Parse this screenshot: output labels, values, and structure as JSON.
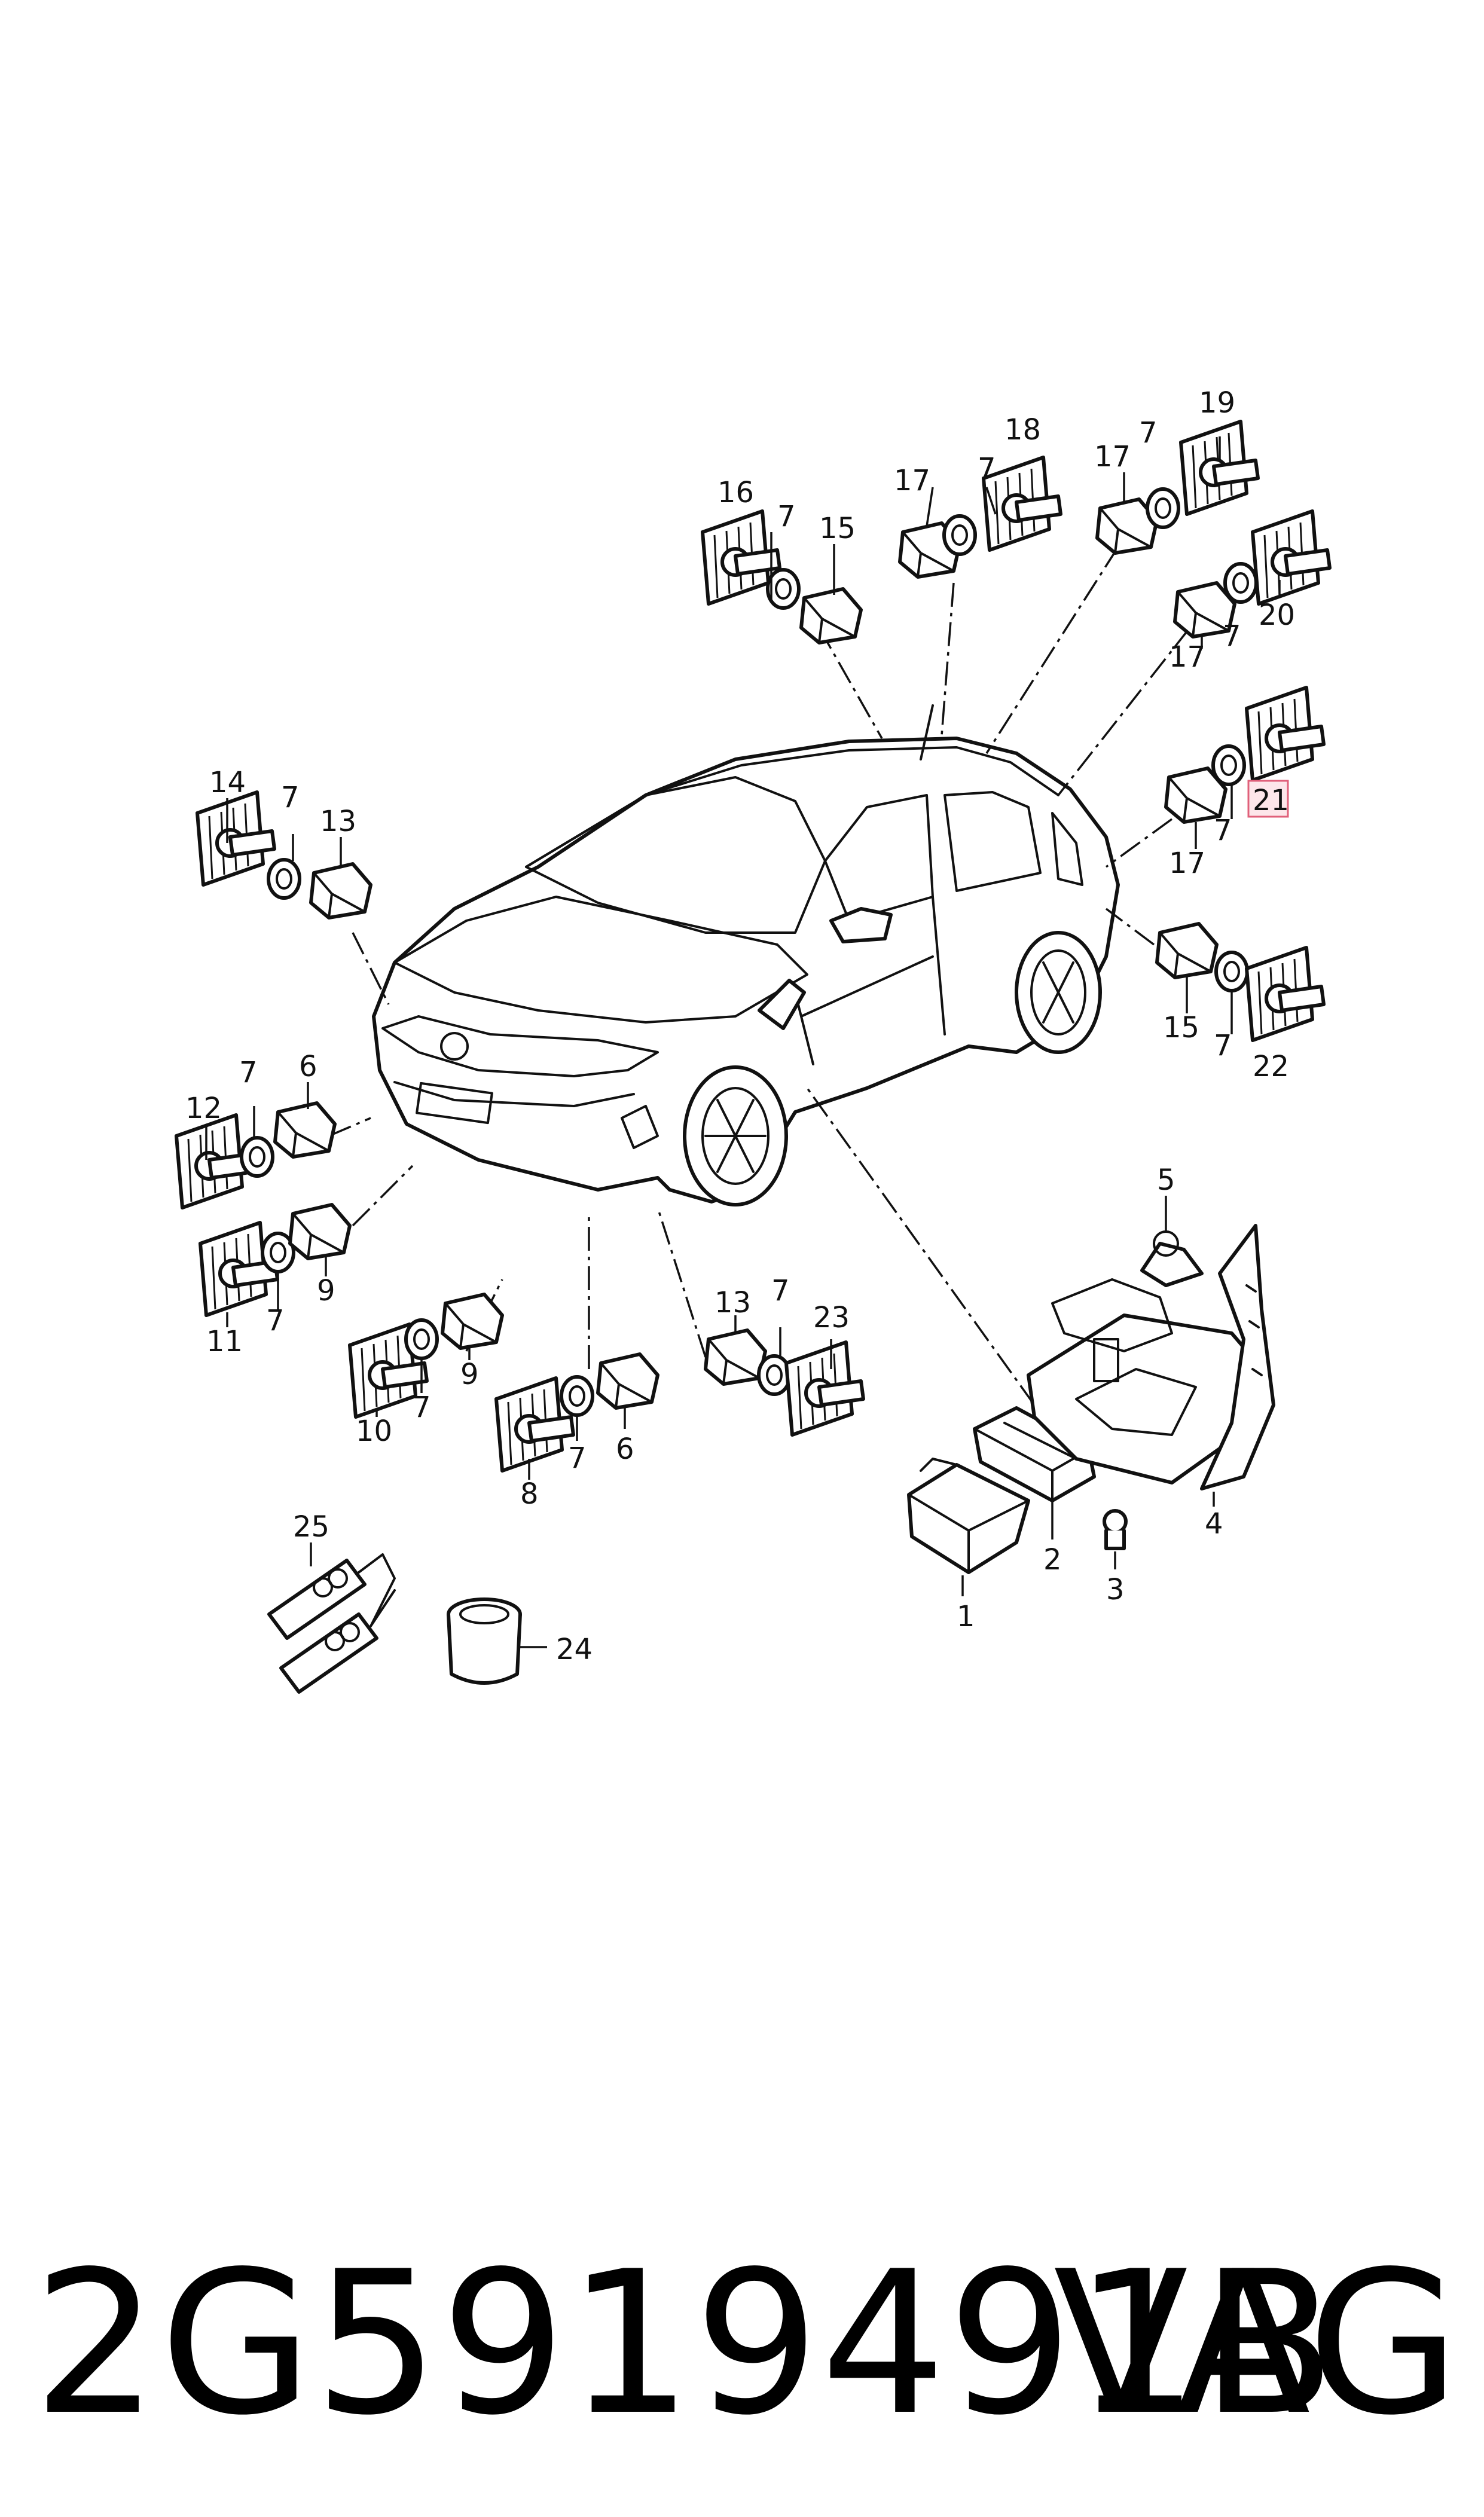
{
  "diagram": {
    "callouts": [
      "1",
      "2",
      "3",
      "4",
      "5",
      "6",
      "6",
      "7",
      "7",
      "7",
      "7",
      "7",
      "7",
      "7",
      "7",
      "7",
      "7",
      "7",
      "7",
      "8",
      "9",
      "9",
      "10",
      "11",
      "12",
      "13",
      "13",
      "14",
      "15",
      "15",
      "16",
      "17",
      "17",
      "17",
      "17",
      "18",
      "19",
      "20",
      "21",
      "22",
      "23",
      "24",
      "25"
    ],
    "highlighted_callout": "21"
  },
  "footer": {
    "part_number": "2G5919491B",
    "brand": "VAG"
  },
  "colors": {
    "line": "#111111",
    "highlight_fill": "#fde6ea",
    "highlight_border": "#e0607a",
    "background": "#ffffff"
  }
}
